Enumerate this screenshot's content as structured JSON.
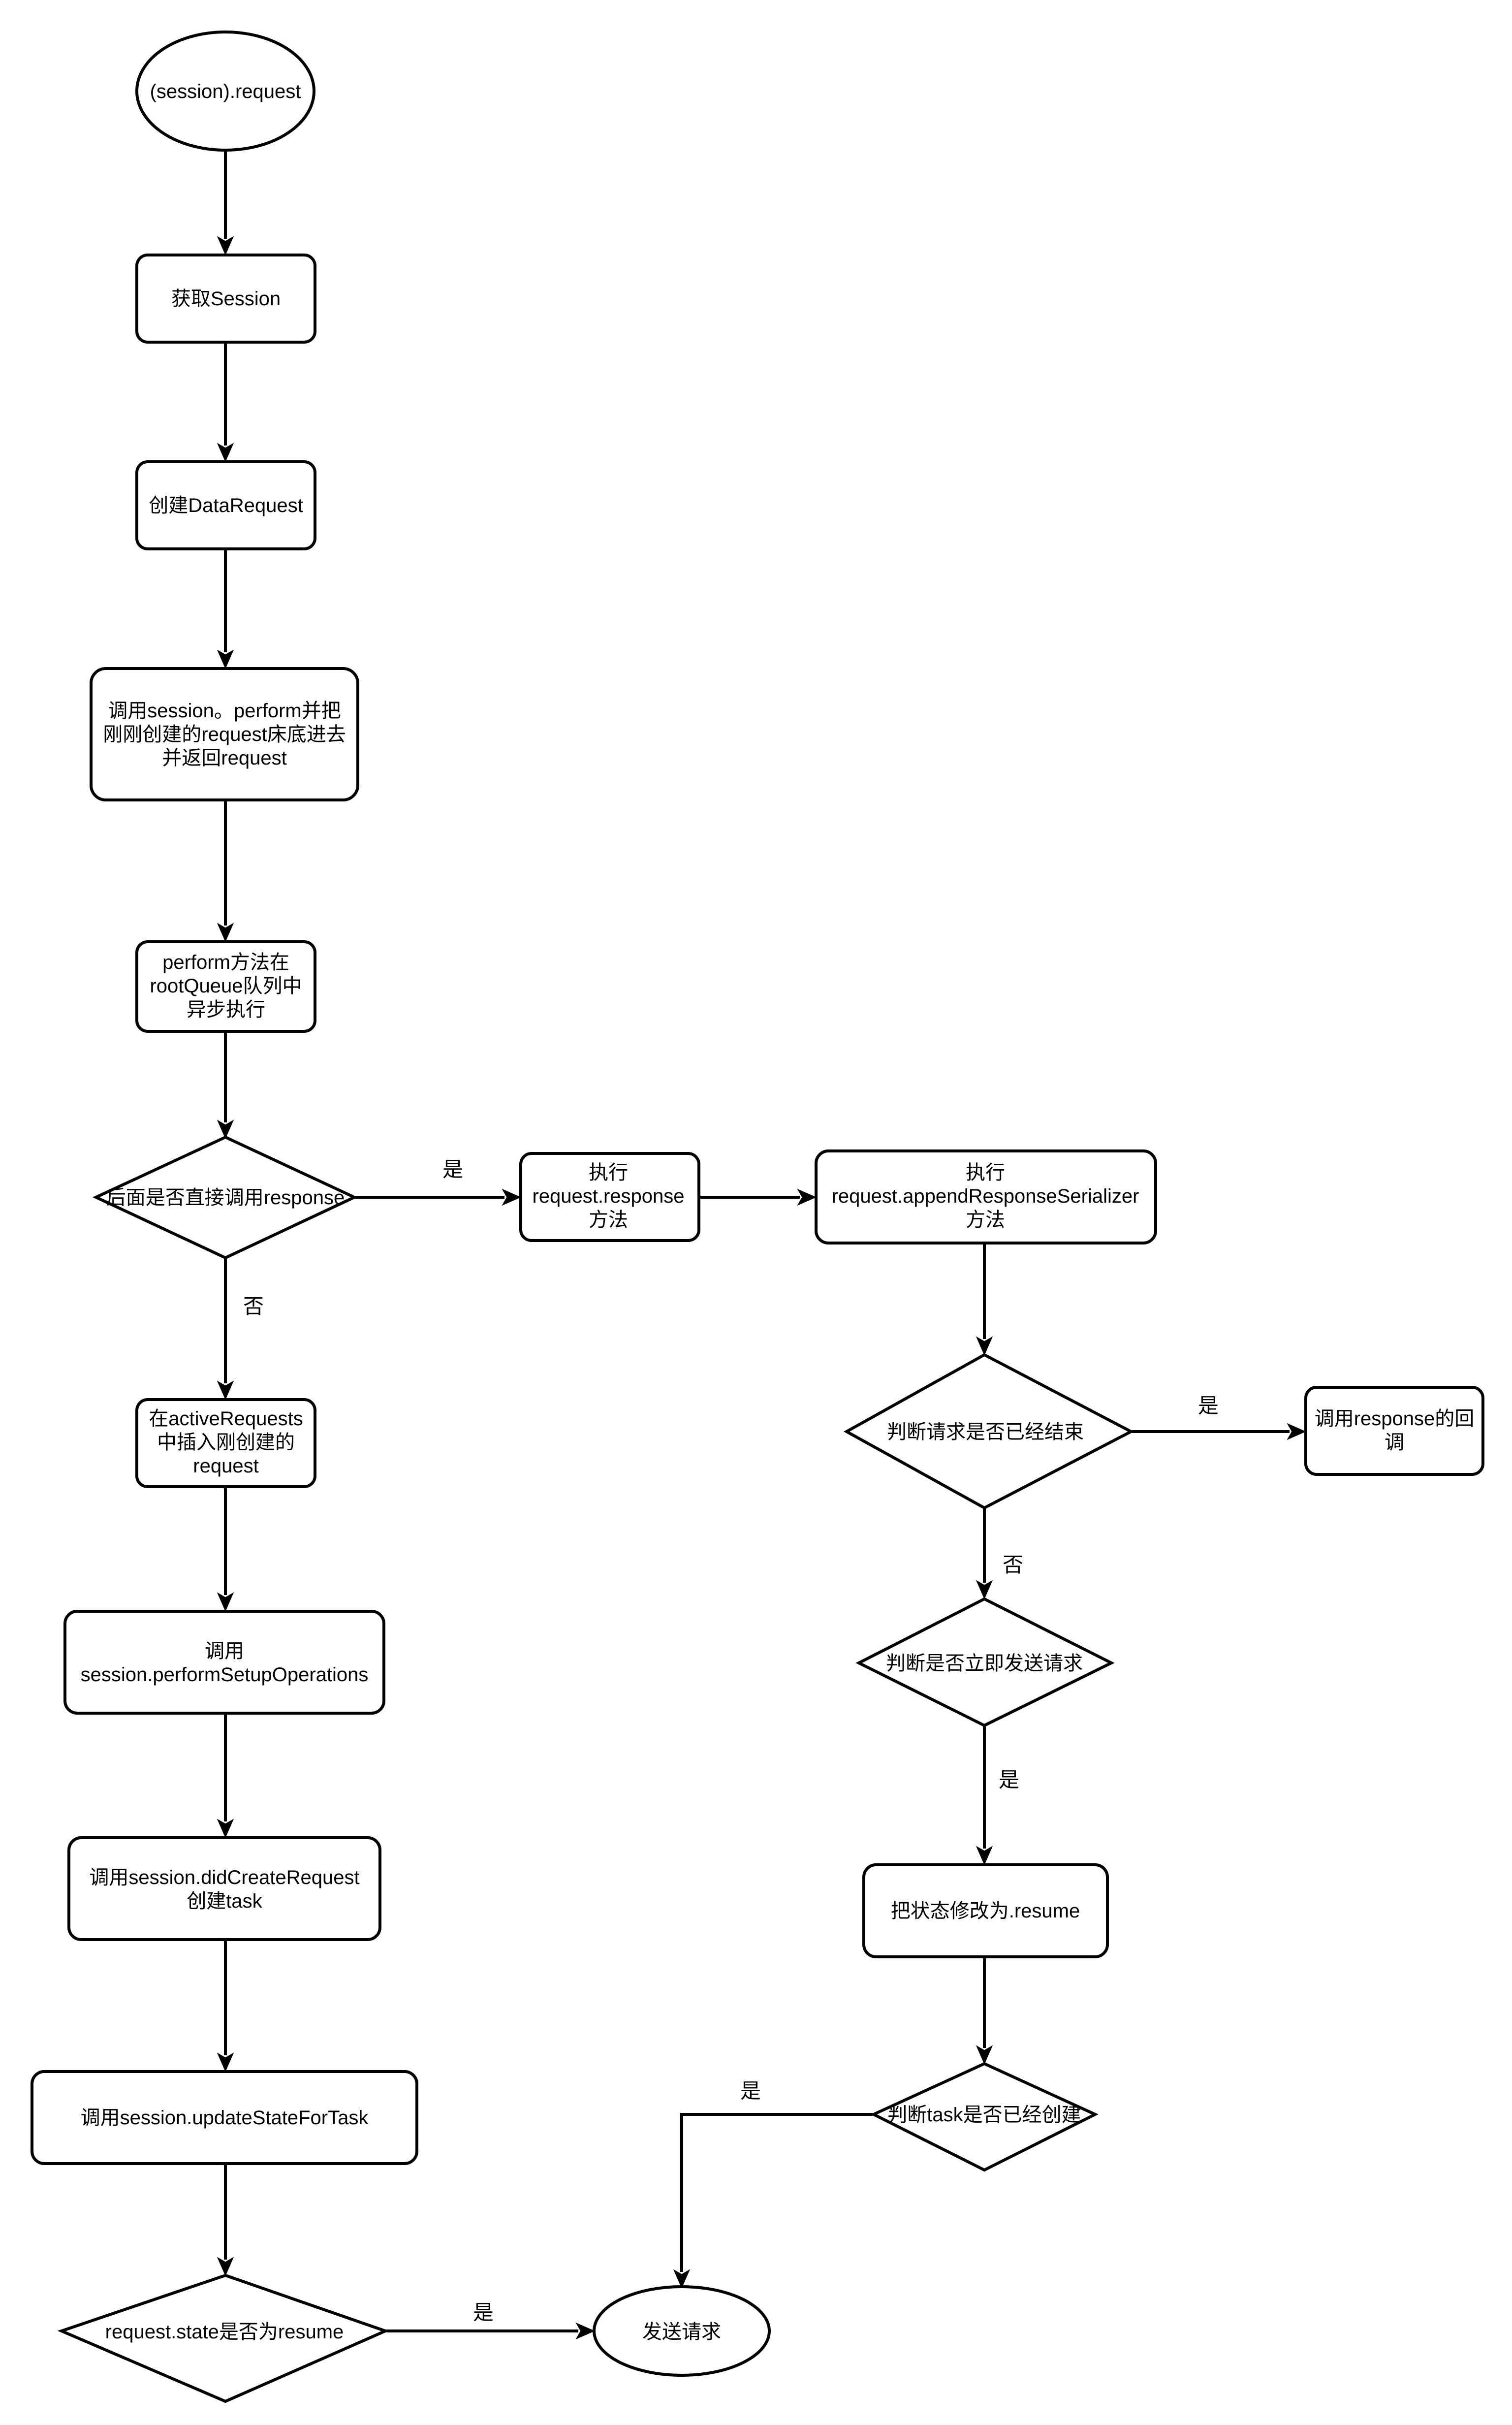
{
  "nodes": {
    "start": [
      "(session).request"
    ],
    "get_session": [
      "获取Session"
    ],
    "create_request": [
      "创建DataRequest"
    ],
    "call_perform": [
      "调用session。perform并把",
      "刚刚创建的request床底进去",
      "并返回request"
    ],
    "perform_async": [
      "perform方法在",
      "rootQueue队列中",
      "异步执行"
    ],
    "direct_response": [
      "后面是否直接调用response"
    ],
    "insert_active": [
      "在activeRequests",
      "中插入刚创建的",
      "request"
    ],
    "setup_ops": [
      "调用",
      "session.performSetupOperations"
    ],
    "did_create": [
      "调用session.didCreateRequest",
      "创建task"
    ],
    "update_state": [
      "调用session.updateStateForTask"
    ],
    "is_resume": [
      "request.state是否为resume"
    ],
    "send": [
      "发送请求"
    ],
    "exec_response": [
      "执行",
      "request.response",
      "方法"
    ],
    "exec_append": [
      "执行",
      "request.appendResponseSerializer",
      "方法"
    ],
    "is_finished": [
      "判断请求是否已经结束"
    ],
    "call_callback": [
      "调用response的回",
      "调"
    ],
    "send_now": [
      "判断是否立即发送请求"
    ],
    "set_resume": [
      "把状态修改为.resume"
    ],
    "task_created": [
      "判断task是否已经创建"
    ]
  },
  "edge_labels": {
    "direct_yes": "是",
    "direct_no": "否",
    "finished_yes": "是",
    "finished_no": "否",
    "send_now_yes": "是",
    "task_yes": "是",
    "resume_yes": "是"
  }
}
